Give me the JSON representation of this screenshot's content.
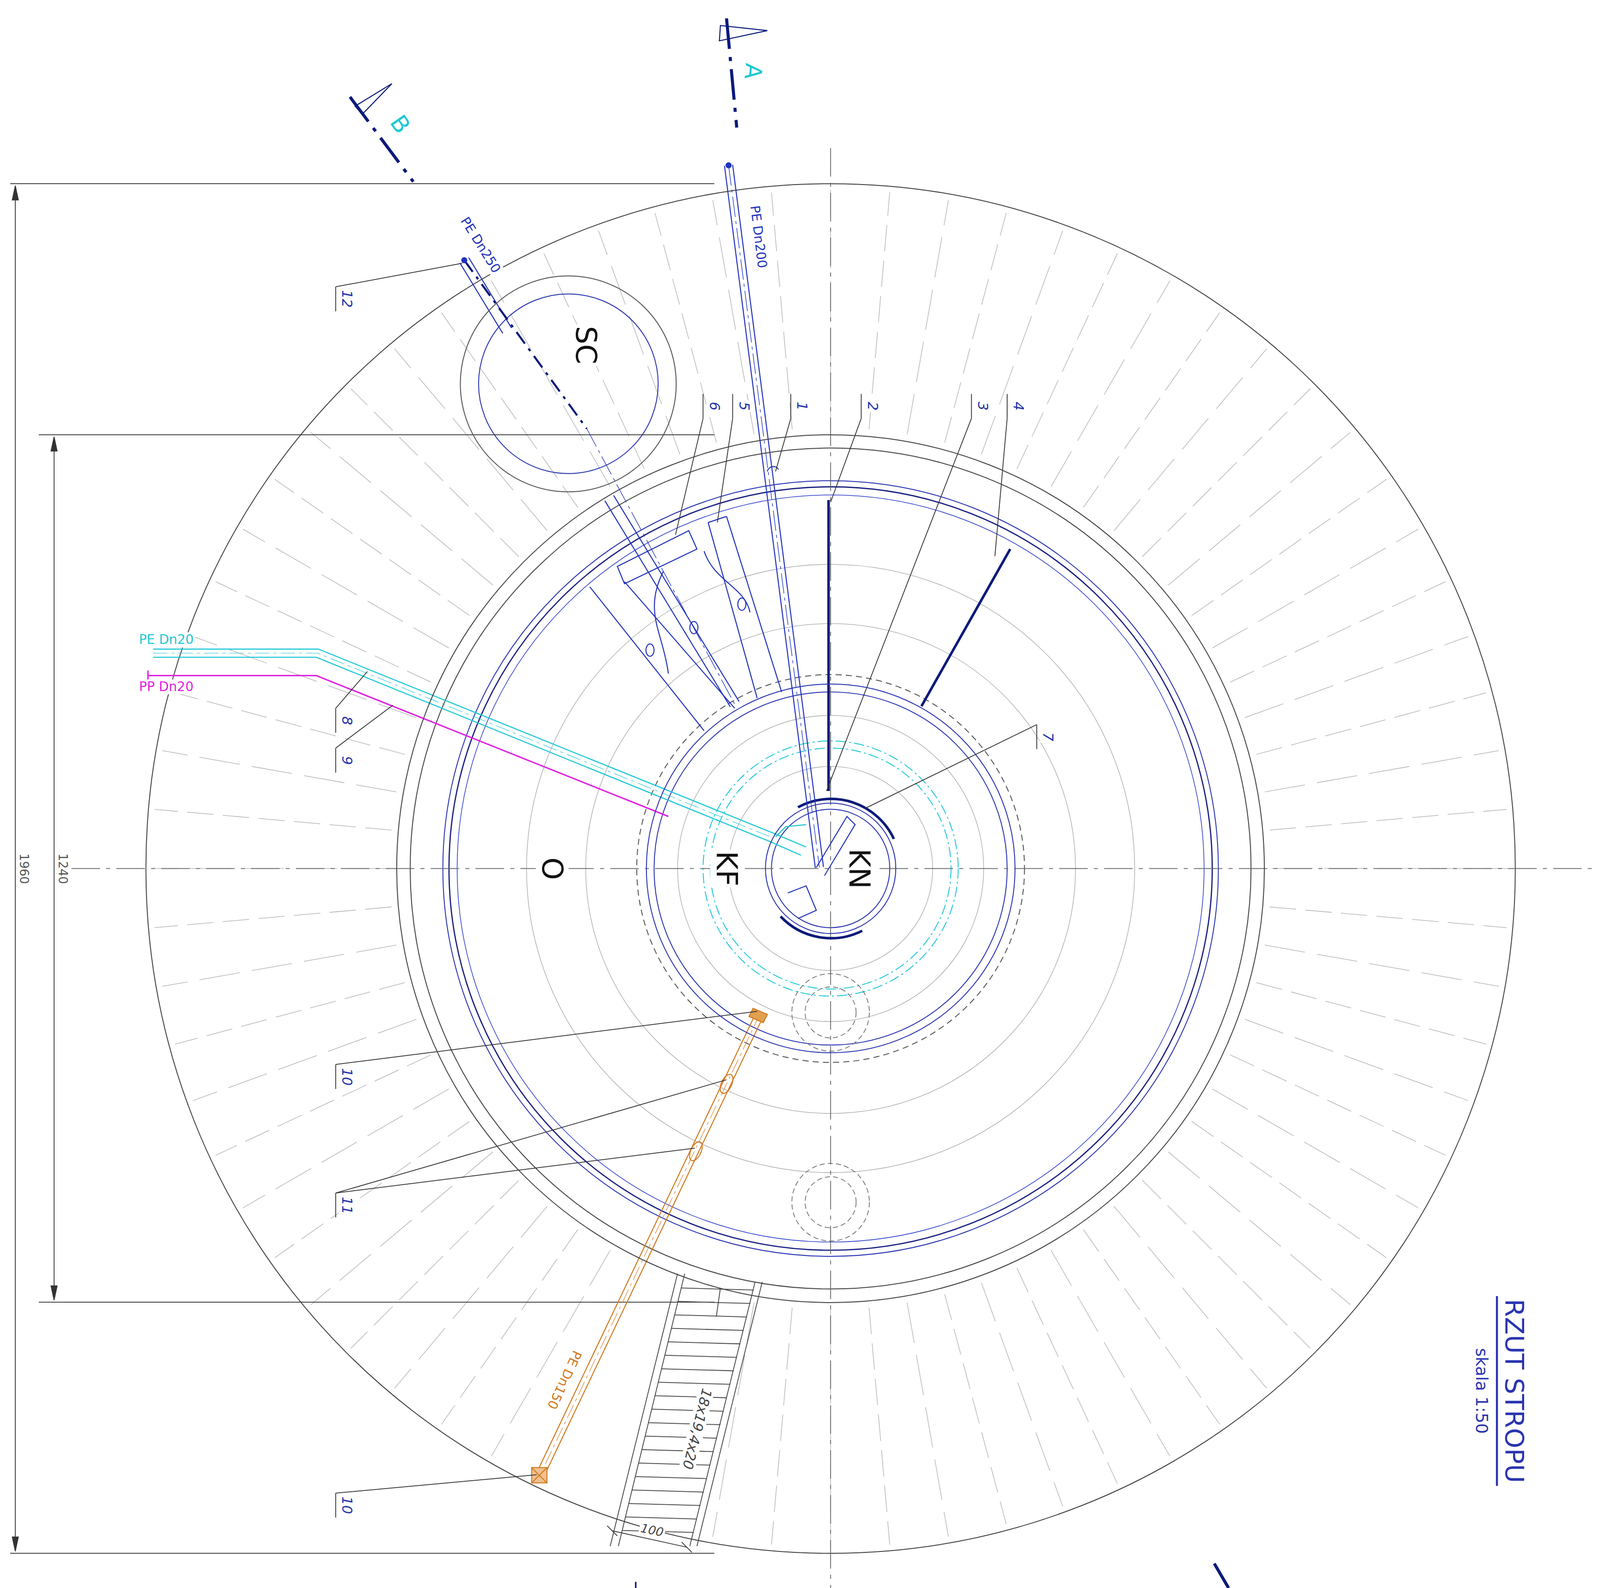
{
  "diagram": {
    "title": "RZUT STROPU",
    "caption": "skala 1:50",
    "nodes": [
      {
        "text": [
          "O"
        ]
      },
      {
        "text": [
          "KF"
        ],
        "in": 0
      },
      {
        "text": [
          "KN"
        ],
        "in": 1
      },
      {
        "text": [
          "SC"
        ]
      }
    ],
    "labels": [
      "A",
      "B",
      "PE Dn200",
      "PE Dn250",
      "PE Dn20",
      "PP Dn20",
      "12",
      "6",
      "5",
      "1",
      "2",
      "3",
      "4",
      "7",
      "8",
      "9",
      "10",
      "11",
      "10",
      "1960",
      "1240",
      "18x19,4x20",
      "100",
      "PE Dn150"
    ]
  }
}
